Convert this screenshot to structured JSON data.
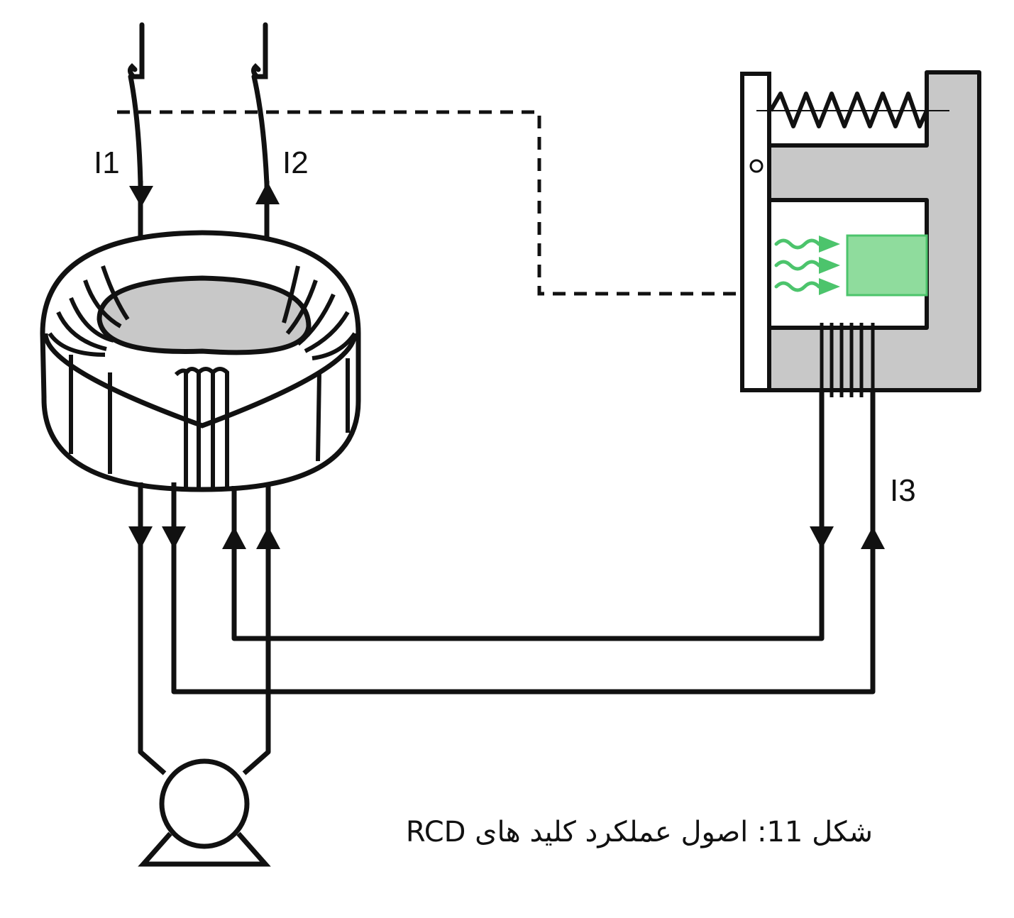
{
  "labels": {
    "i1": "I1",
    "i2": "I2",
    "i3": "I3"
  },
  "caption": "شکل 11: اصول عملکرد کلید های RCD",
  "colors": {
    "line": "#111111",
    "core": "#c8c8c8",
    "accent": "#4cc46c",
    "accent_fill": "#8fdc9d"
  },
  "icons": [
    "switch-contact",
    "toroidal-transformer",
    "relay-yoke",
    "spring",
    "wave-arrow",
    "motor-symbol"
  ]
}
